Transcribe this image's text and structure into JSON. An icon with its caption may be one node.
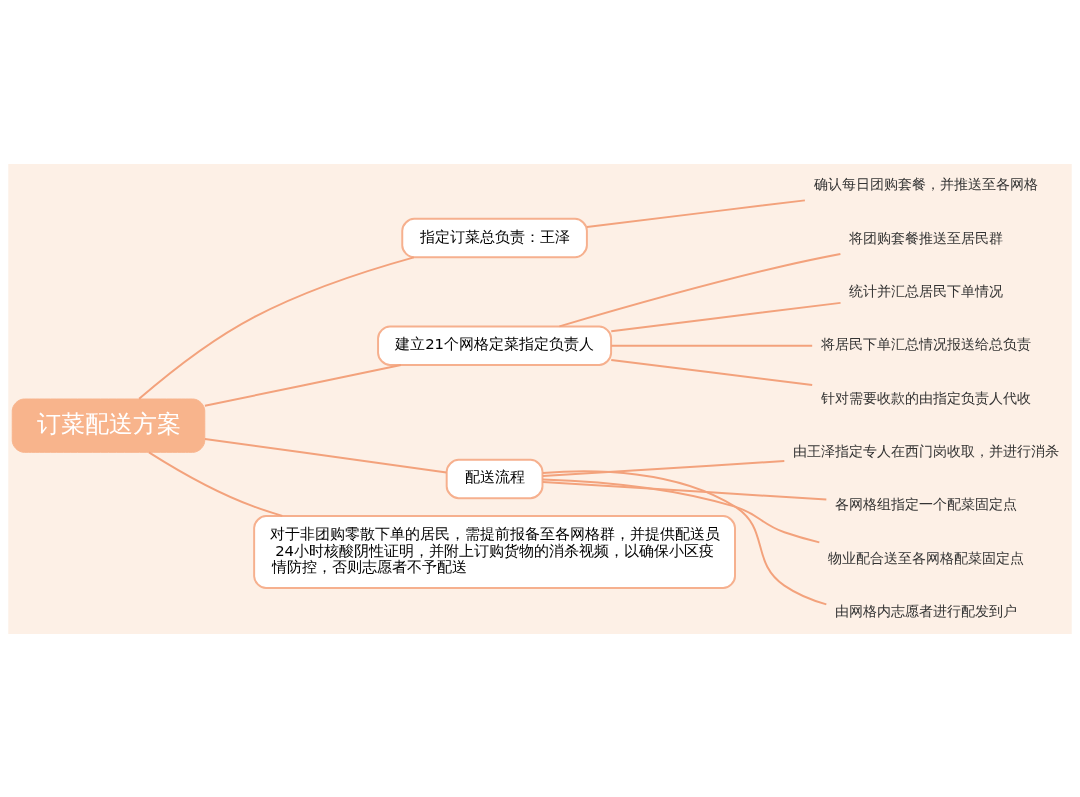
{
  "diagram": {
    "nodes": [
      {
        "text": [
          "订菜配送方案"
        ]
      },
      {
        "text": [
          "指定订菜总负责：王泽"
        ]
      },
      {
        "text": [
          "确认每日团购套餐，并推送至各网格"
        ]
      },
      {
        "text": [
          "建立21个网格定菜指定负责人"
        ]
      },
      {
        "text": [
          "将团购套餐推送至居民群"
        ]
      },
      {
        "text": [
          "统计并汇总居民下单情况"
        ]
      },
      {
        "text": [
          "将居民下单汇总情况报送给总负责"
        ]
      },
      {
        "text": [
          "针对需要收款的由指定负责人代收"
        ]
      },
      {
        "text": [
          "配送流程"
        ]
      },
      {
        "text": [
          "由王泽指定专人在西门岗收取，并进行消杀"
        ]
      },
      {
        "text": [
          "各网格组指定一个配菜固定点"
        ]
      },
      {
        "text": [
          "物业配合送至各网格配菜固定点"
        ]
      },
      {
        "text": [
          "由网格内志愿者进行配发到户"
        ]
      },
      {
        "text": [
          "对于非团购零散下单的居民，需提前报备至各网格群，并提供配送员24小时核酸阴性证明，并附上订购货物的消杀视频，以确保小区疫情防控，否则志愿者不予配送"
        ]
      }
    ],
    "edges": [
      {
        "from": 0,
        "to": 1,
        "arrow": "none"
      },
      {
        "from": 1,
        "to": 2,
        "arrow": "none"
      },
      {
        "from": 0,
        "to": 3,
        "arrow": "none"
      },
      {
        "from": 3,
        "to": 4,
        "arrow": "none"
      },
      {
        "from": 3,
        "to": 5,
        "arrow": "none"
      },
      {
        "from": 3,
        "to": 6,
        "arrow": "none"
      },
      {
        "from": 3,
        "to": 7,
        "arrow": "none"
      },
      {
        "from": 0,
        "to": 8,
        "arrow": "none"
      },
      {
        "from": 8,
        "to": 9,
        "arrow": "none"
      },
      {
        "from": 8,
        "to": 10,
        "arrow": "none"
      },
      {
        "from": 8,
        "to": 11,
        "arrow": "none"
      },
      {
        "from": 8,
        "to": 12,
        "arrow": "none"
      },
      {
        "from": 0,
        "to": 13,
        "arrow": "none"
      }
    ]
  }
}
